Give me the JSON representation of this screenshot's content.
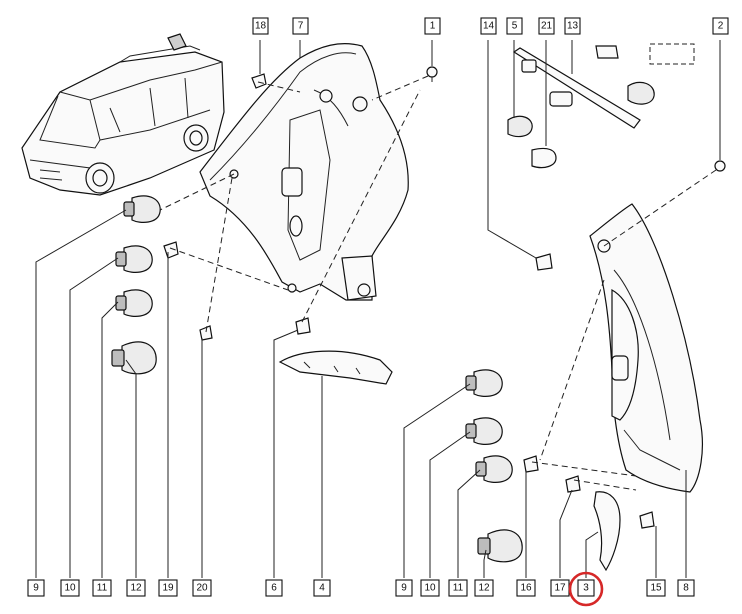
{
  "callouts_top": [
    "18",
    "7",
    "1",
    "14",
    "5",
    "21",
    "13",
    "2"
  ],
  "callouts_bottom_left": [
    "9",
    "10",
    "11",
    "12",
    "19",
    "20",
    "6",
    "4"
  ],
  "callouts_bottom_right": [
    "9",
    "10",
    "11",
    "12",
    "16",
    "17",
    "3",
    "15",
    "8"
  ],
  "highlighted_part": "3",
  "colors": {
    "line": "#222222",
    "highlight": "#d62828"
  }
}
